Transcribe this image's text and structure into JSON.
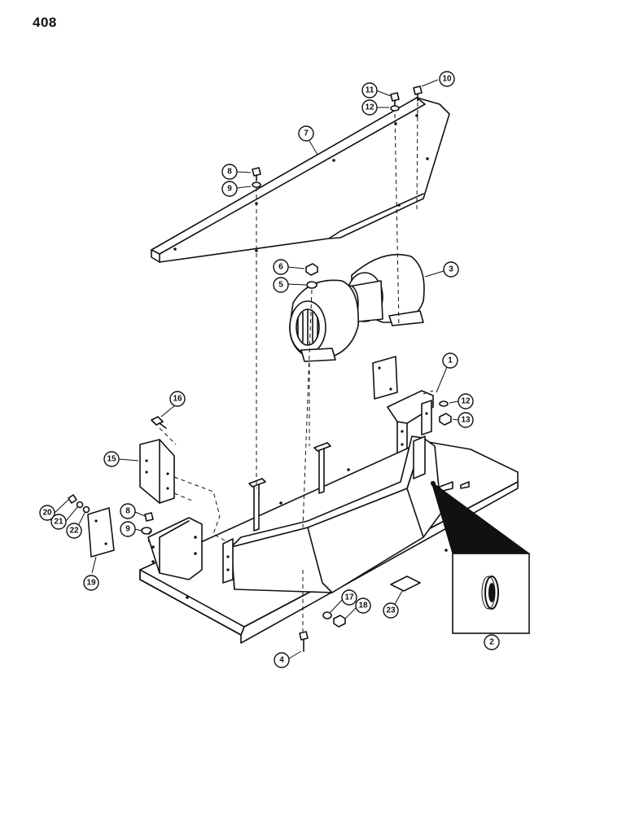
{
  "page": {
    "number": "408"
  },
  "callouts": {
    "c1": "1",
    "c2": "2",
    "c3": "3",
    "c4": "4",
    "c5": "5",
    "c6": "6",
    "c7": "7",
    "c8a": "8",
    "c8b": "8",
    "c9a": "9",
    "c9b": "9",
    "c10": "10",
    "c11": "11",
    "c12a": "12",
    "c12b": "12",
    "c13": "13",
    "c15": "15",
    "c16": "16",
    "c17": "17",
    "c18": "18",
    "c19": "19",
    "c20": "20",
    "c21": "21",
    "c22": "22",
    "c23": "23"
  }
}
